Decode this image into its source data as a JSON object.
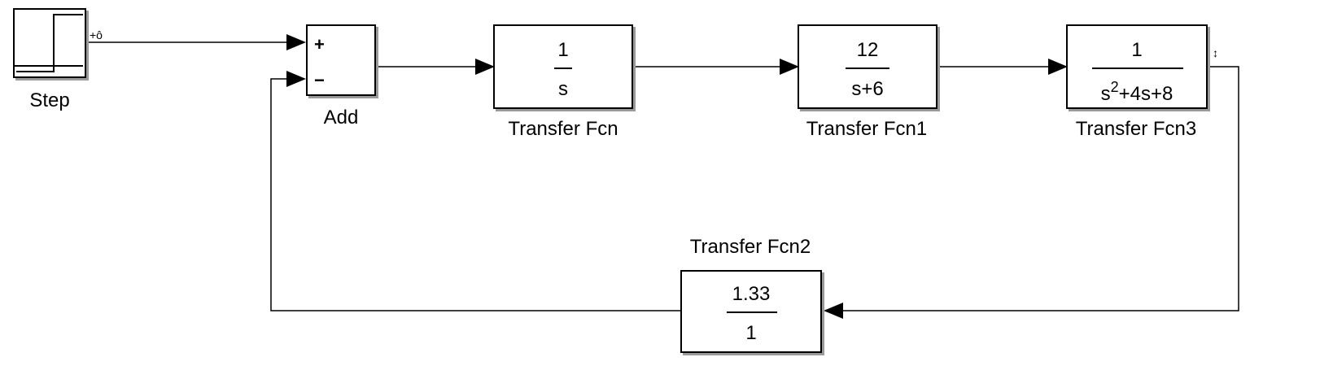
{
  "blocks": {
    "step": {
      "label": "Step"
    },
    "add": {
      "label": "Add",
      "sign_plus": "+",
      "sign_minus": "−"
    },
    "tf": {
      "label": "Transfer Fcn",
      "numerator": "1",
      "denominator": "s"
    },
    "tf1": {
      "label": "Transfer Fcn1",
      "numerator": "12",
      "denominator": "s+6"
    },
    "tf3": {
      "label": "Transfer Fcn3",
      "numerator": "1",
      "denominator_base": "s",
      "denominator_exp": "2",
      "denominator_rest": "+4s+8"
    },
    "tf2": {
      "label": "Transfer Fcn2",
      "numerator": "1.33",
      "denominator": "1"
    }
  },
  "colors": {
    "line": "#000000",
    "shadow": "#9a9a9a",
    "background": "#ffffff"
  }
}
